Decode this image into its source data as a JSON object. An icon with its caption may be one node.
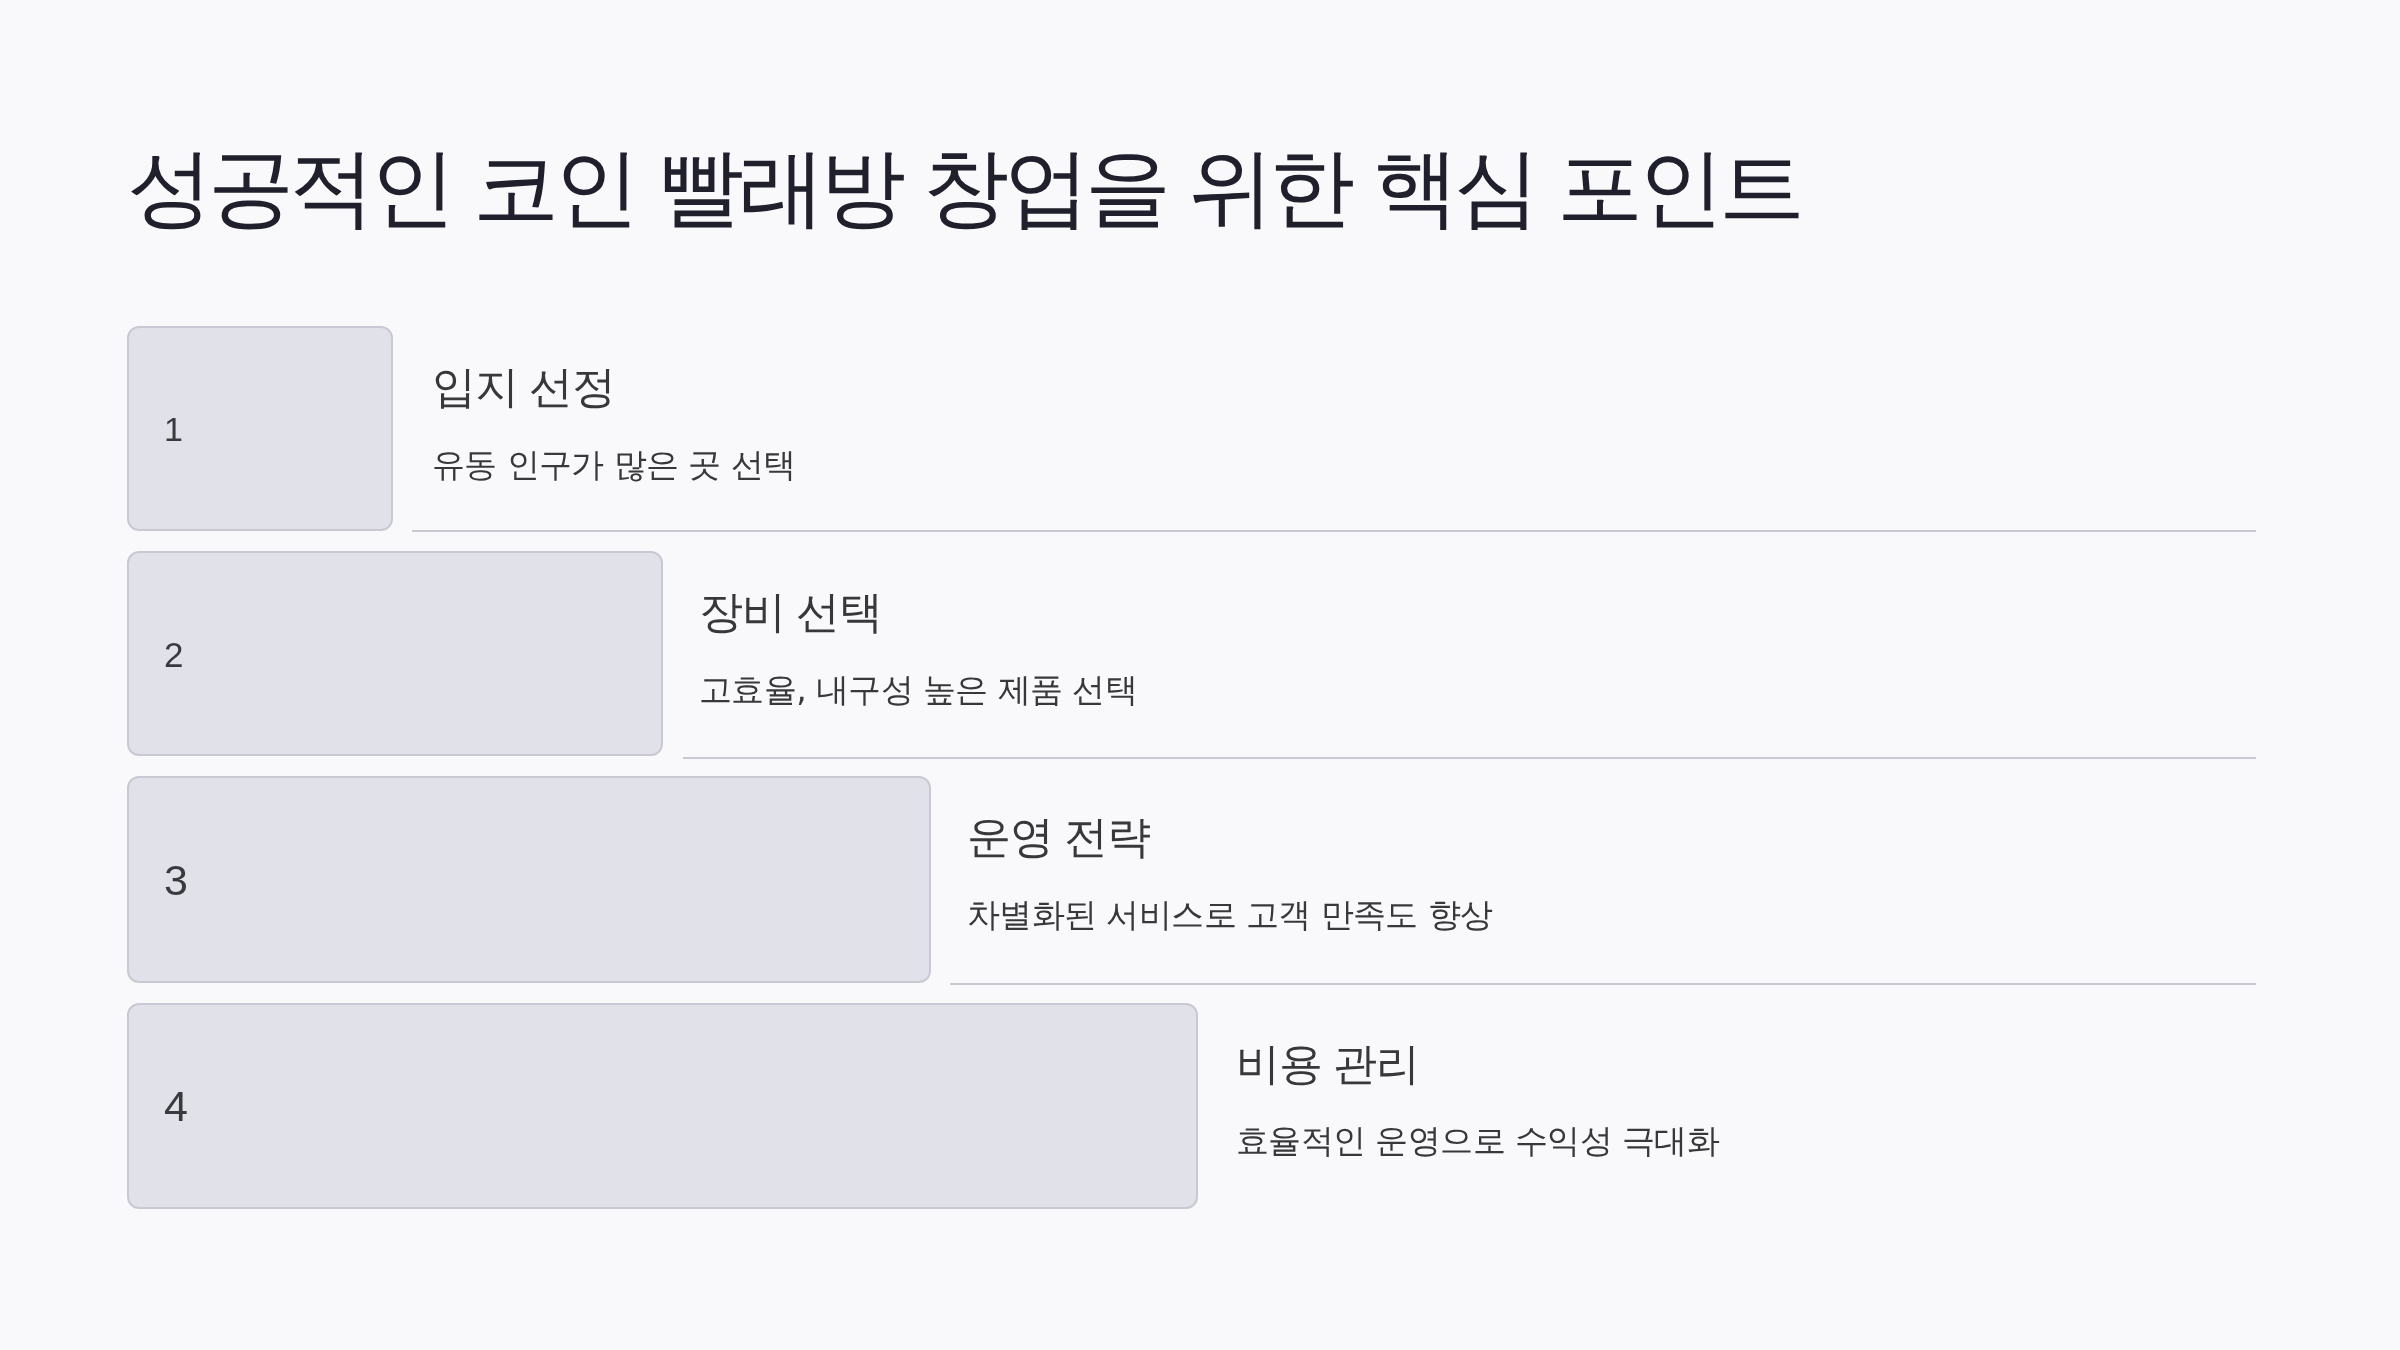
{
  "diagram": {
    "title": "성공적인 코인 빨래방 창업을 위한 핵심 포인트",
    "nodes": [
      {
        "text": [
          "1"
        ],
        "beside": [
          "입지 선정",
          "유동 인구가 많은 곳 선택"
        ]
      },
      {
        "text": [
          "2"
        ],
        "beside": [
          "장비 선택",
          "고효율, 내구성 높은 제품 선택"
        ]
      },
      {
        "text": [
          "3"
        ],
        "beside": [
          "운영 전략",
          "차별화된 서비스로 고객 만족도 향상"
        ]
      },
      {
        "text": [
          "4"
        ],
        "beside": [
          "비용 관리",
          "효율적인 운영으로 수익성 극대화"
        ]
      }
    ]
  }
}
